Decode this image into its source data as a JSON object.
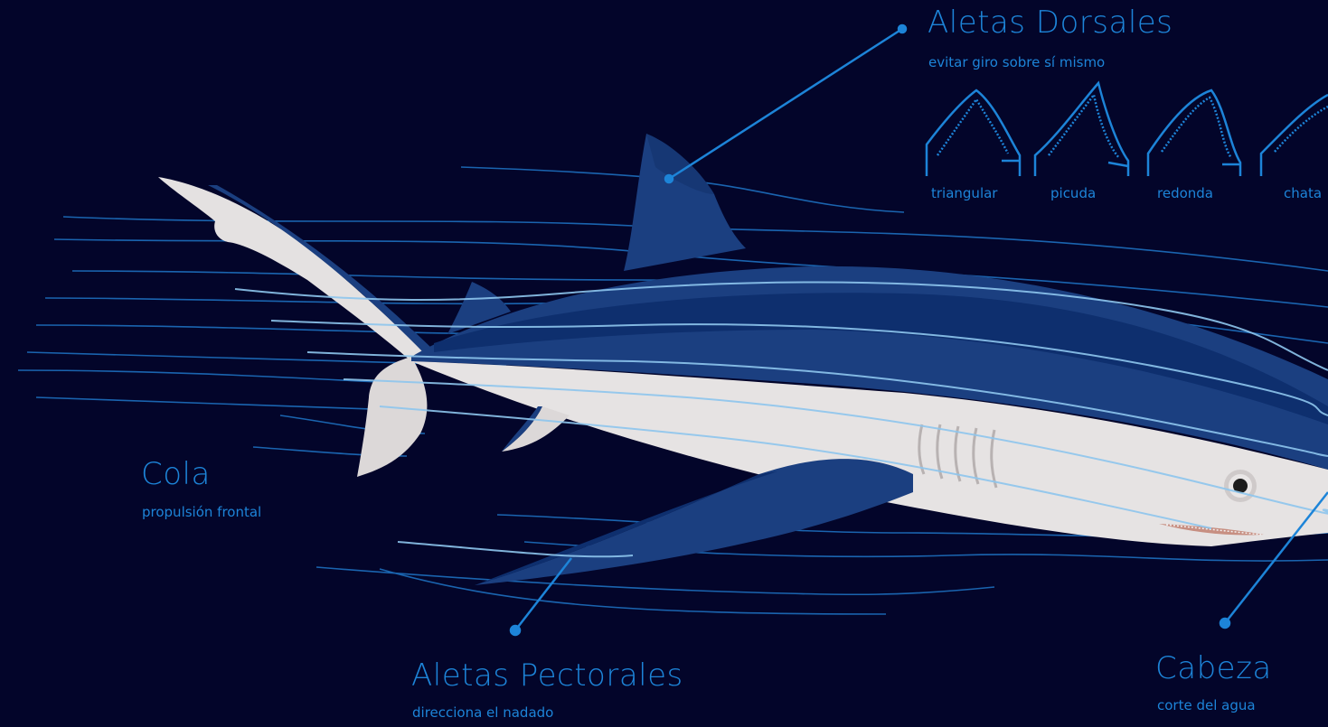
{
  "colors": {
    "background": "#03052a",
    "accent": "#1d84d8",
    "flow_line": "#8ec6ee",
    "shark_dark": "#1b3f80",
    "shark_mid": "#0e2f6e",
    "shark_belly": "#e6e3e3"
  },
  "labels": {
    "dorsal": {
      "title": "Aletas Dorsales",
      "subtitle": "evitar giro sobre sí mismo"
    },
    "tail": {
      "title": "Cola",
      "subtitle": "propulsión frontal"
    },
    "pectoral": {
      "title": "Aletas Pectorales",
      "subtitle": "direcciona el nadado"
    },
    "head": {
      "title": "Cabeza",
      "subtitle": "corte del agua"
    }
  },
  "fin_types": [
    {
      "name": "triangular",
      "icon": "triangular-fin-icon"
    },
    {
      "name": "picuda",
      "icon": "pointed-fin-icon"
    },
    {
      "name": "redonda",
      "icon": "rounded-fin-icon"
    },
    {
      "name": "chata",
      "icon": "flat-fin-icon"
    }
  ]
}
